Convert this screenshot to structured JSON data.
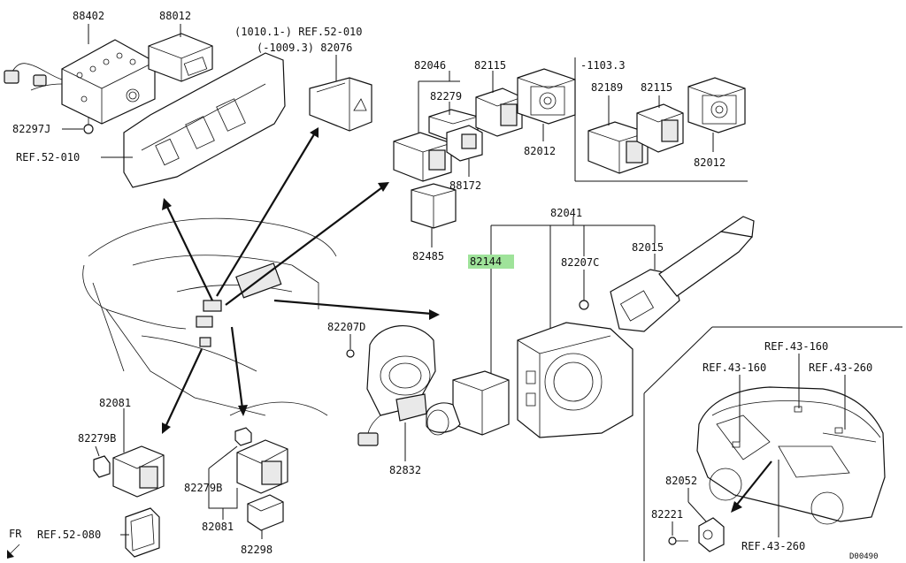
{
  "labels": {
    "p88402": "88402",
    "p88012": "88012",
    "p82297j": "82297J",
    "ref52010_left": "REF.52-010",
    "ref_range_1": "(1010.1-) REF.52-010",
    "ref_range_2": "(-1009.3) 82076",
    "p82046": "82046",
    "p82279_top": "82279",
    "p82115_a": "82115",
    "p82012_a": "82012",
    "p88172": "88172",
    "p82485": "82485",
    "range_1103": "-1103.3",
    "p82189": "82189",
    "p82115_b": "82115",
    "p82012_b": "82012",
    "p82041": "82041",
    "p82144": "82144",
    "p82207c": "82207C",
    "p82015": "82015",
    "p82207d": "82207D",
    "p82832": "82832",
    "p82081_top": "82081",
    "p82279b_left": "82279B",
    "ref52080": "REF.52-080",
    "fr": "FR",
    "p82279b_mid": "82279B",
    "p82081_mid": "82081",
    "p82298": "82298",
    "ref43160_a": "REF.43-160",
    "ref43160_b": "REF.43-160",
    "ref43260_a": "REF.43-260",
    "p82052": "82052",
    "p82221": "82221",
    "ref43260_b": "REF.43-260",
    "doc_code": "D00490"
  },
  "colors": {
    "highlight": "#9fe39a",
    "line": "#111111",
    "background": "#ffffff"
  }
}
